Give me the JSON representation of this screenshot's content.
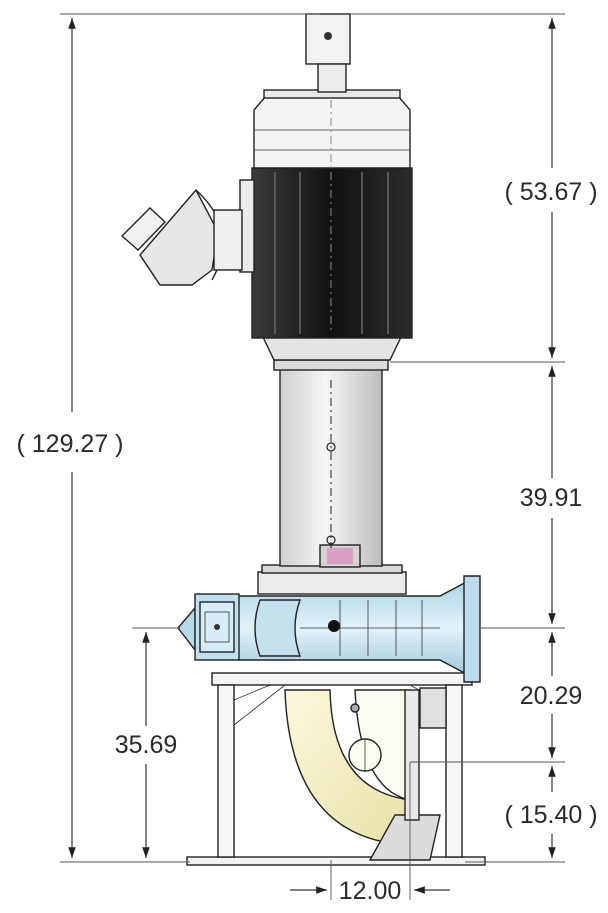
{
  "dimensions": {
    "overall_height": "( 129.27 )",
    "motor_height": "( 53.67 )",
    "column_height": "39.91",
    "discharge_height": "20.29",
    "base_to_discharge": "35.69",
    "inlet_height": "( 15.40 )",
    "offset": "12.00"
  },
  "colors": {
    "line": "#222222",
    "motor_body": "#1a1a1a",
    "column": "#e4e4e4",
    "discharge": "#cfe6f2",
    "elbow": "#f4efc4"
  }
}
